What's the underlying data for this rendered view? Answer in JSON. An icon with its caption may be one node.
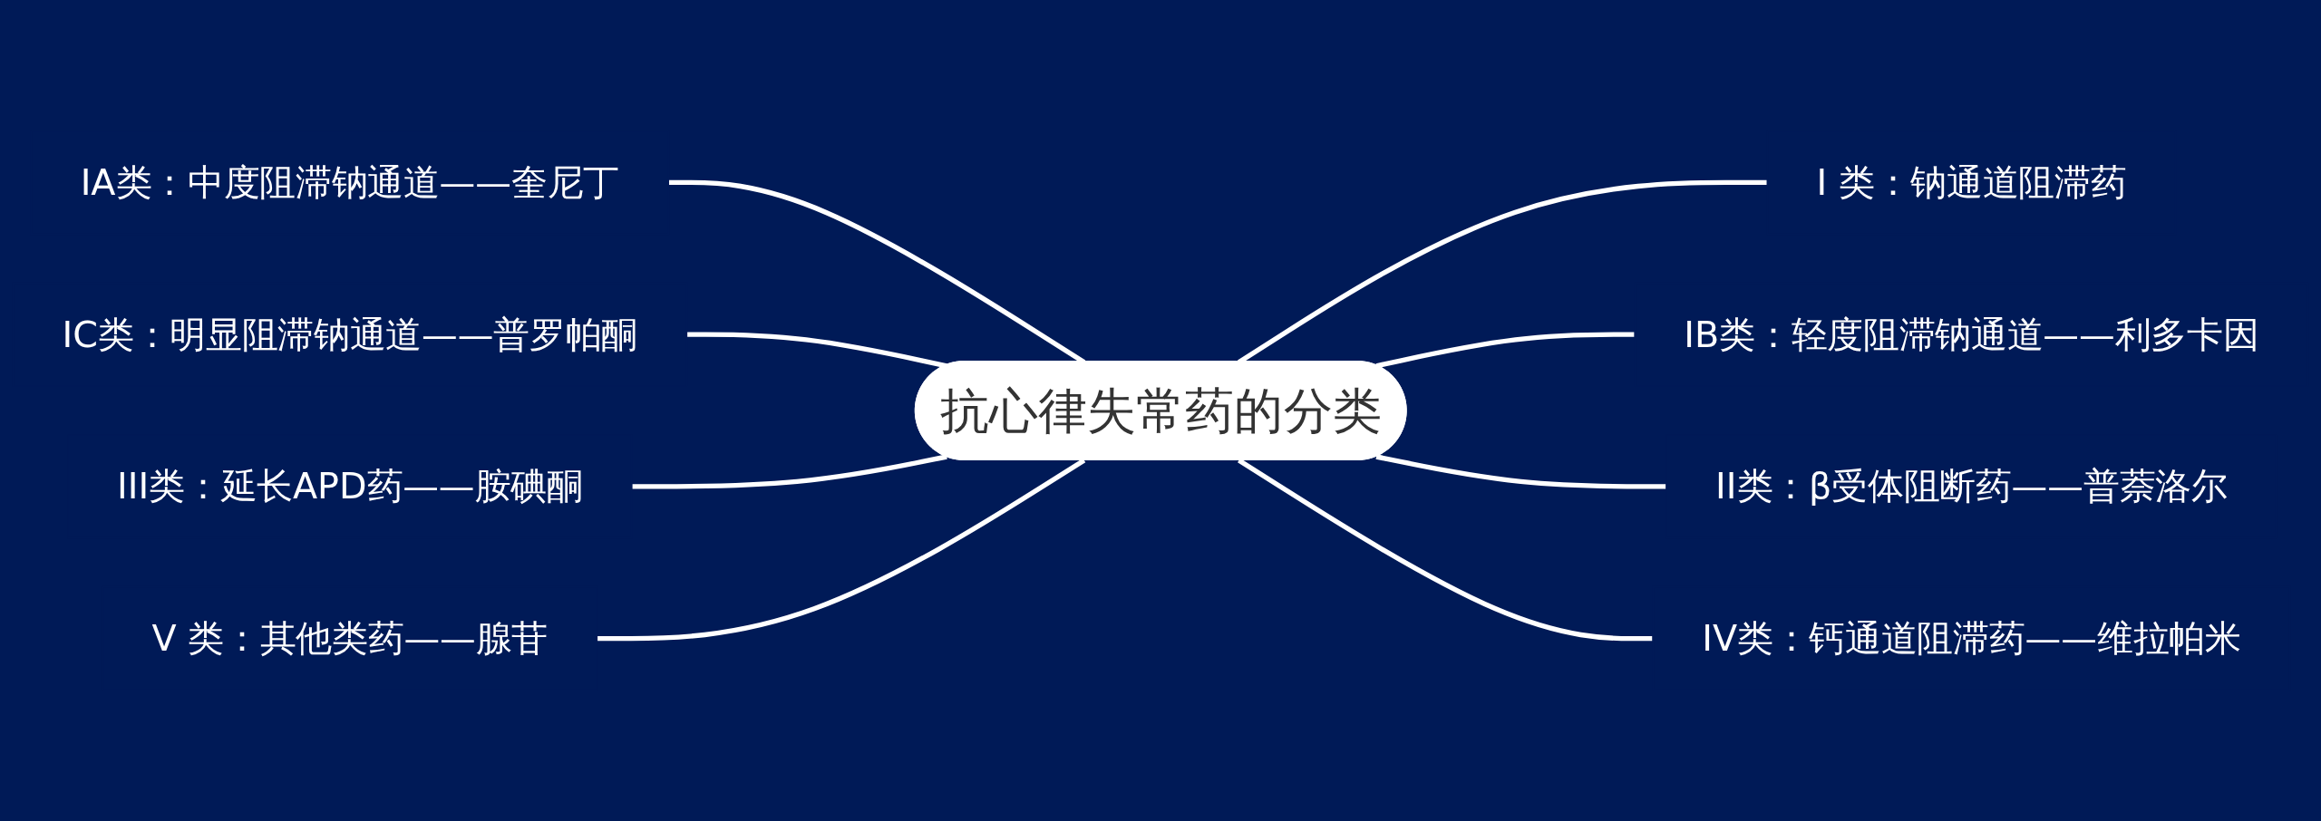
{
  "diagram": {
    "nodes": [
      {
        "text": [
          "抗心律失常药的分类"
        ]
      },
      {
        "text": [
          "I 类：钠通道阻滞药"
        ]
      },
      {
        "text": [
          "IB类：轻度阻滞钠通道——利多卡因"
        ]
      },
      {
        "text": [
          "II类：β受体阻断药——普萘洛尔"
        ]
      },
      {
        "text": [
          "IV类：钙通道阻滞药——维拉帕米"
        ]
      },
      {
        "text": [
          "IA类：中度阻滞钠通道——奎尼丁"
        ]
      },
      {
        "text": [
          "IC类：明显阻滞钠通道——普罗帕酮"
        ]
      },
      {
        "text": [
          "III类：延长APD药——胺碘酮"
        ]
      },
      {
        "text": [
          "V 类：其他类药——腺苷"
        ]
      }
    ],
    "edges": [
      {
        "from": 0,
        "to": 1,
        "arrow": "none"
      },
      {
        "from": 0,
        "to": 2,
        "arrow": "none"
      },
      {
        "from": 0,
        "to": 3,
        "arrow": "none"
      },
      {
        "from": 0,
        "to": 4,
        "arrow": "none"
      },
      {
        "from": 5,
        "to": 0,
        "arrow": "none"
      },
      {
        "from": 6,
        "to": 0,
        "arrow": "none"
      },
      {
        "from": 7,
        "to": 0,
        "arrow": "none"
      },
      {
        "from": 8,
        "to": 0,
        "arrow": "none"
      }
    ]
  }
}
